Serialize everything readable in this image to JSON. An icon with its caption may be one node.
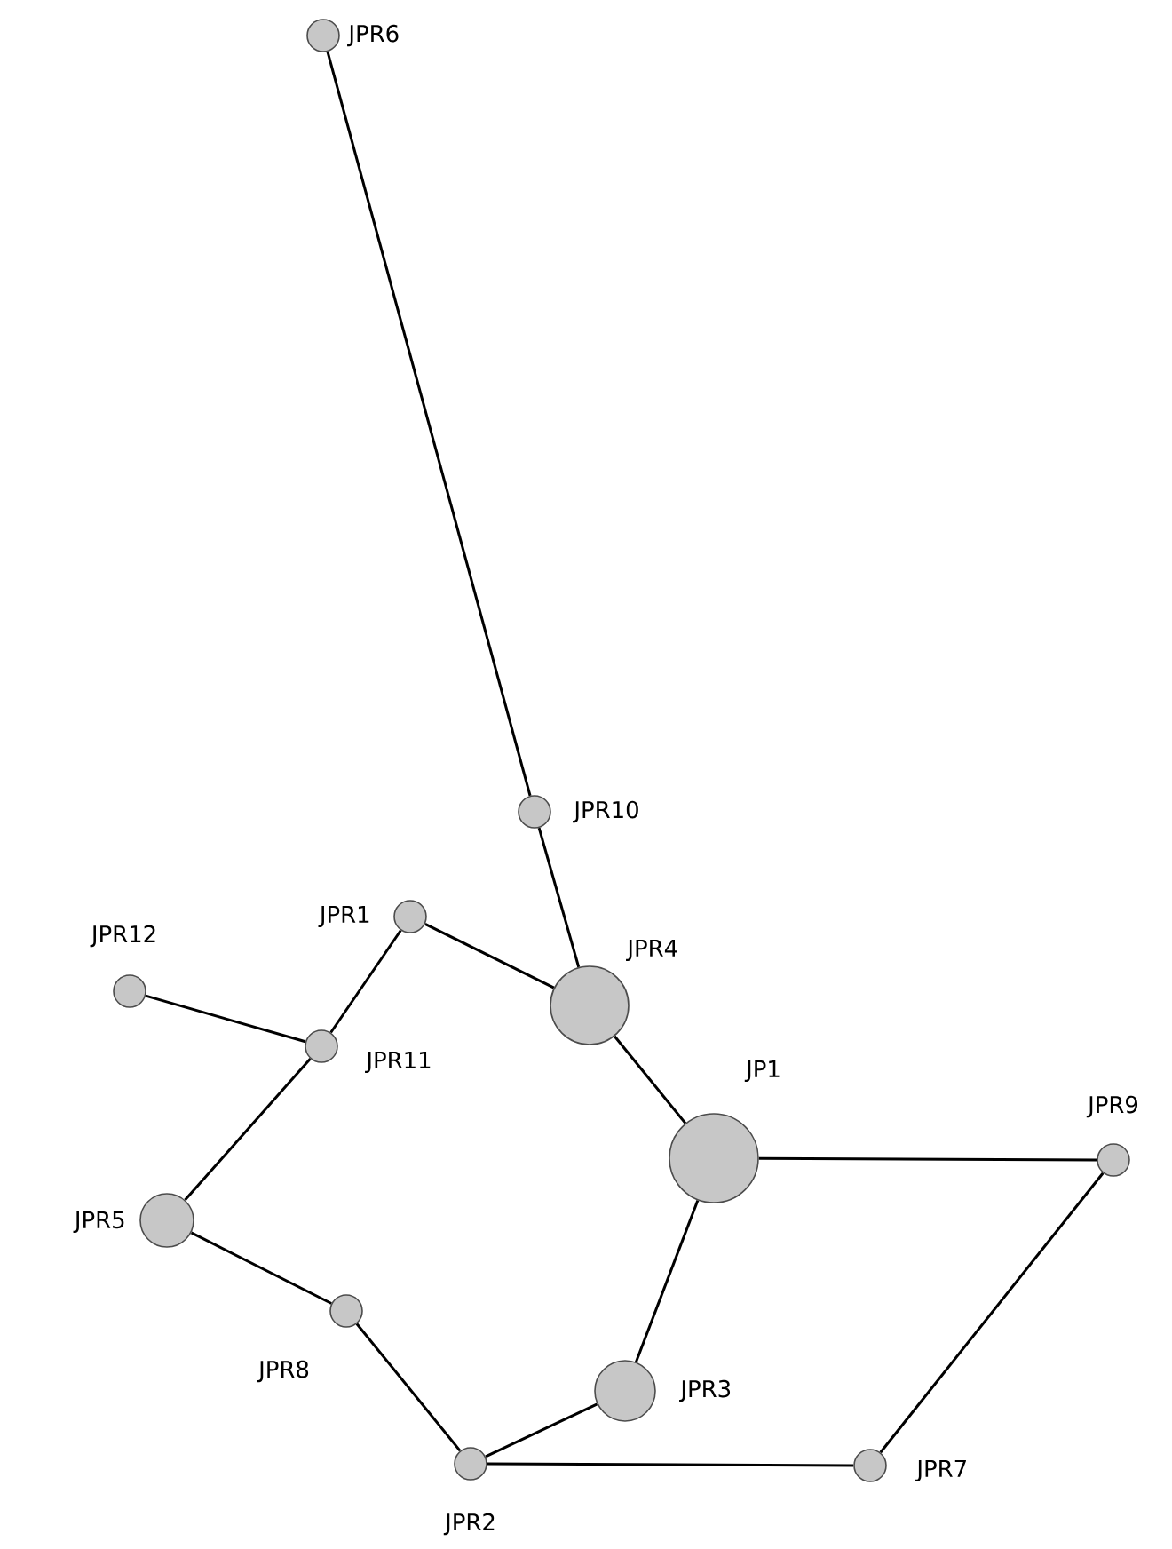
{
  "diagram": {
    "nodes": [
      {
        "text": [],
        "shape": "circle",
        "beside": [
          "JPR6"
        ]
      },
      {
        "text": [],
        "shape": "circle",
        "beside": [
          "JPR10"
        ]
      },
      {
        "text": [],
        "shape": "circle",
        "beside": [
          "JPR1"
        ]
      },
      {
        "text": [],
        "shape": "circle",
        "beside": [
          "JPR4"
        ]
      },
      {
        "text": [],
        "shape": "circle",
        "beside": [
          "JPR12"
        ]
      },
      {
        "text": [],
        "shape": "circle",
        "beside": [
          "JPR11"
        ]
      },
      {
        "text": [],
        "shape": "circle",
        "beside": [
          "JP1"
        ]
      },
      {
        "text": [],
        "shape": "circle",
        "beside": [
          "JPR9"
        ]
      },
      {
        "text": [],
        "shape": "circle",
        "beside": [
          "JPR5"
        ]
      },
      {
        "text": [],
        "shape": "circle",
        "beside": [
          "JPR8"
        ]
      },
      {
        "text": [],
        "shape": "circle",
        "beside": [
          "JPR3"
        ]
      },
      {
        "text": [],
        "shape": "circle",
        "beside": [
          "JPR7"
        ]
      },
      {
        "text": [],
        "shape": "circle",
        "beside": [
          "JPR2"
        ]
      }
    ],
    "edges": [
      {
        "from": 0,
        "to": 1,
        "arrow": "none"
      },
      {
        "from": 1,
        "to": 3,
        "arrow": "none"
      },
      {
        "from": 2,
        "to": 3,
        "arrow": "none"
      },
      {
        "from": 2,
        "to": 5,
        "arrow": "none"
      },
      {
        "from": 4,
        "to": 5,
        "arrow": "none"
      },
      {
        "from": 5,
        "to": 8,
        "arrow": "none"
      },
      {
        "from": 8,
        "to": 9,
        "arrow": "none"
      },
      {
        "from": 9,
        "to": 12,
        "arrow": "none"
      },
      {
        "from": 12,
        "to": 10,
        "arrow": "none"
      },
      {
        "from": 10,
        "to": 6,
        "arrow": "none"
      },
      {
        "from": 3,
        "to": 6,
        "arrow": "none"
      },
      {
        "from": 6,
        "to": 7,
        "arrow": "none"
      },
      {
        "from": 7,
        "to": 11,
        "arrow": "none"
      },
      {
        "from": 11,
        "to": 12,
        "arrow": "none"
      }
    ]
  }
}
